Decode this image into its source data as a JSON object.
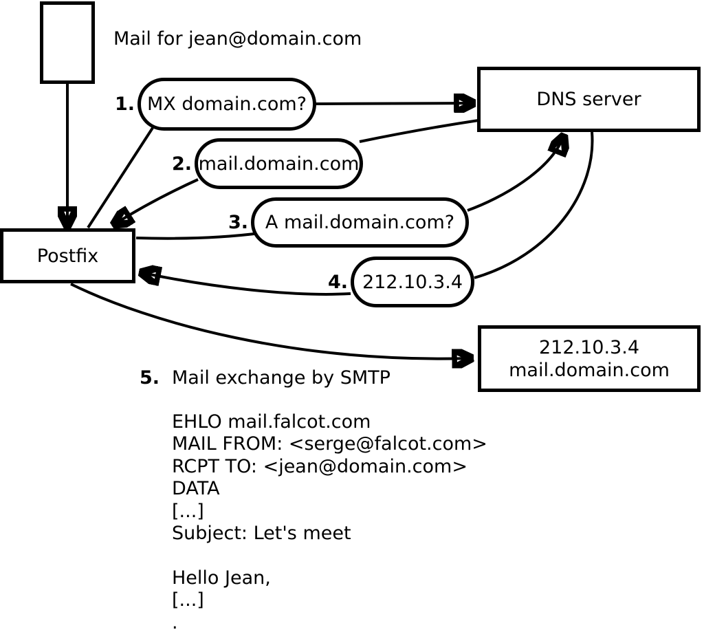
{
  "title": "Mail for jean@domain.com",
  "nodes": {
    "postfix": {
      "label": "Postfix"
    },
    "dns_server": {
      "label": "DNS server"
    },
    "mail_server": {
      "line1": "212.10.3.4",
      "line2": "mail.domain.com"
    }
  },
  "steps": [
    {
      "num": "1.",
      "label": "MX domain.com?"
    },
    {
      "num": "2.",
      "label": "mail.domain.com"
    },
    {
      "num": "3.",
      "label": "A mail.domain.com?"
    },
    {
      "num": "4.",
      "label": "212.10.3.4"
    },
    {
      "num": "5.",
      "label": "Mail exchange by SMTP"
    }
  ],
  "smtp_session": {
    "lines": [
      "EHLO mail.falcot.com",
      "MAIL FROM: <serge@falcot.com>",
      "RCPT TO: <jean@domain.com>",
      "DATA",
      "[...]",
      "Subject: Let's meet",
      "",
      "Hello Jean,",
      "[...]",
      "."
    ]
  },
  "colors": {
    "stroke": "#000000",
    "background": "#ffffff"
  }
}
